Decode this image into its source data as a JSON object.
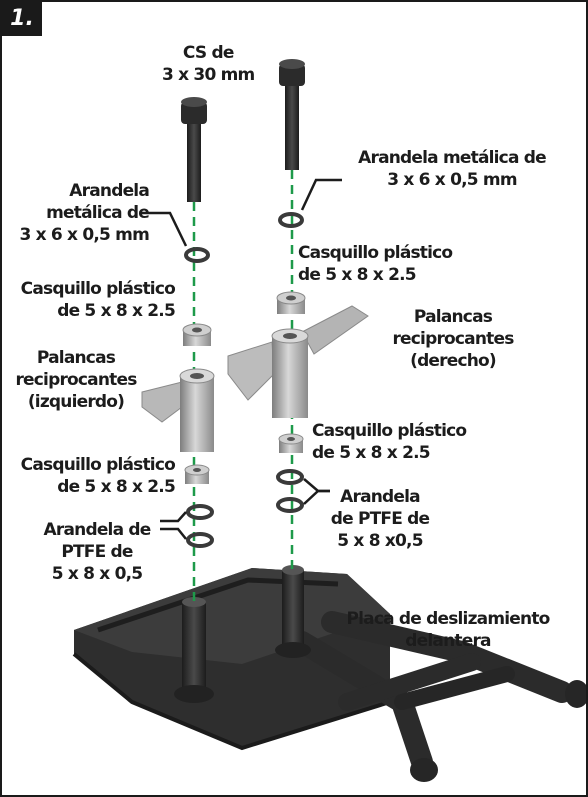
{
  "step_number": "1.",
  "colors": {
    "accent": "#1e9a4a",
    "plastic_dark": "#2b2b2b",
    "metal": "#a9a9a9",
    "frame": "#1a1a1a"
  },
  "labels": {
    "screw": [
      "CS de",
      "3 x 30 mm"
    ],
    "washer_left": [
      "Arandela",
      "metálica de",
      "3 x 6 x 0,5 mm"
    ],
    "washer_right": [
      "Arandela metálica de",
      "3 x 6 x 0,5 mm"
    ],
    "bushing_upper_left": [
      "Casquillo plástico",
      "de 5 x 8 x 2.5"
    ],
    "bushing_upper_right": [
      "Casquillo plástico",
      "de 5 x 8 x 2.5"
    ],
    "bellcrank_left": [
      "Palancas",
      "reciprocantes",
      "(izquierdo)"
    ],
    "bellcrank_right": [
      "Palancas",
      "reciprocantes",
      "(derecho)"
    ],
    "bushing_lower_left": [
      "Casquillo plástico",
      "de 5 x 8 x 2.5"
    ],
    "bushing_lower_right": [
      "Casquillo plástico",
      "de 5 x 8 x 2.5"
    ],
    "ptfe_left": [
      "Arandela de",
      "PTFE de",
      "5 x 8 x 0,5"
    ],
    "ptfe_right": [
      "Arandela",
      "de PTFE de",
      "5 x 8 x0,5"
    ],
    "skid_plate": [
      "Placa de deslizamiento",
      "delantera"
    ]
  }
}
